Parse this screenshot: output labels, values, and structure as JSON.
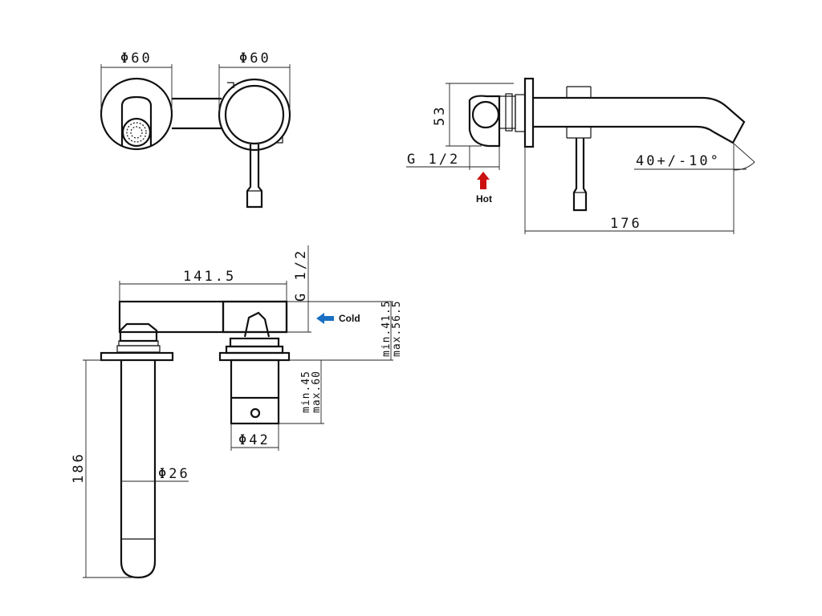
{
  "views": {
    "front": {
      "left_diameter": "Φ60",
      "right_diameter": "Φ60"
    },
    "side": {
      "height": "53",
      "thread": "G 1/2",
      "angle": "40+/-10°",
      "length": "176",
      "hot_label": "Hot",
      "hot_color": "#cc1111"
    },
    "top": {
      "length": "141.5",
      "thread": "G 1/2",
      "cold_label": "Cold",
      "cold_color": "#1a6fc4",
      "wall_range_min": "min.41.5",
      "wall_range_max": "max.56.5",
      "body_range_min": "min.45",
      "body_range_max": "max.60",
      "body_diameter": "Φ42",
      "spout_diameter": "Φ26",
      "spout_height": "186"
    }
  }
}
